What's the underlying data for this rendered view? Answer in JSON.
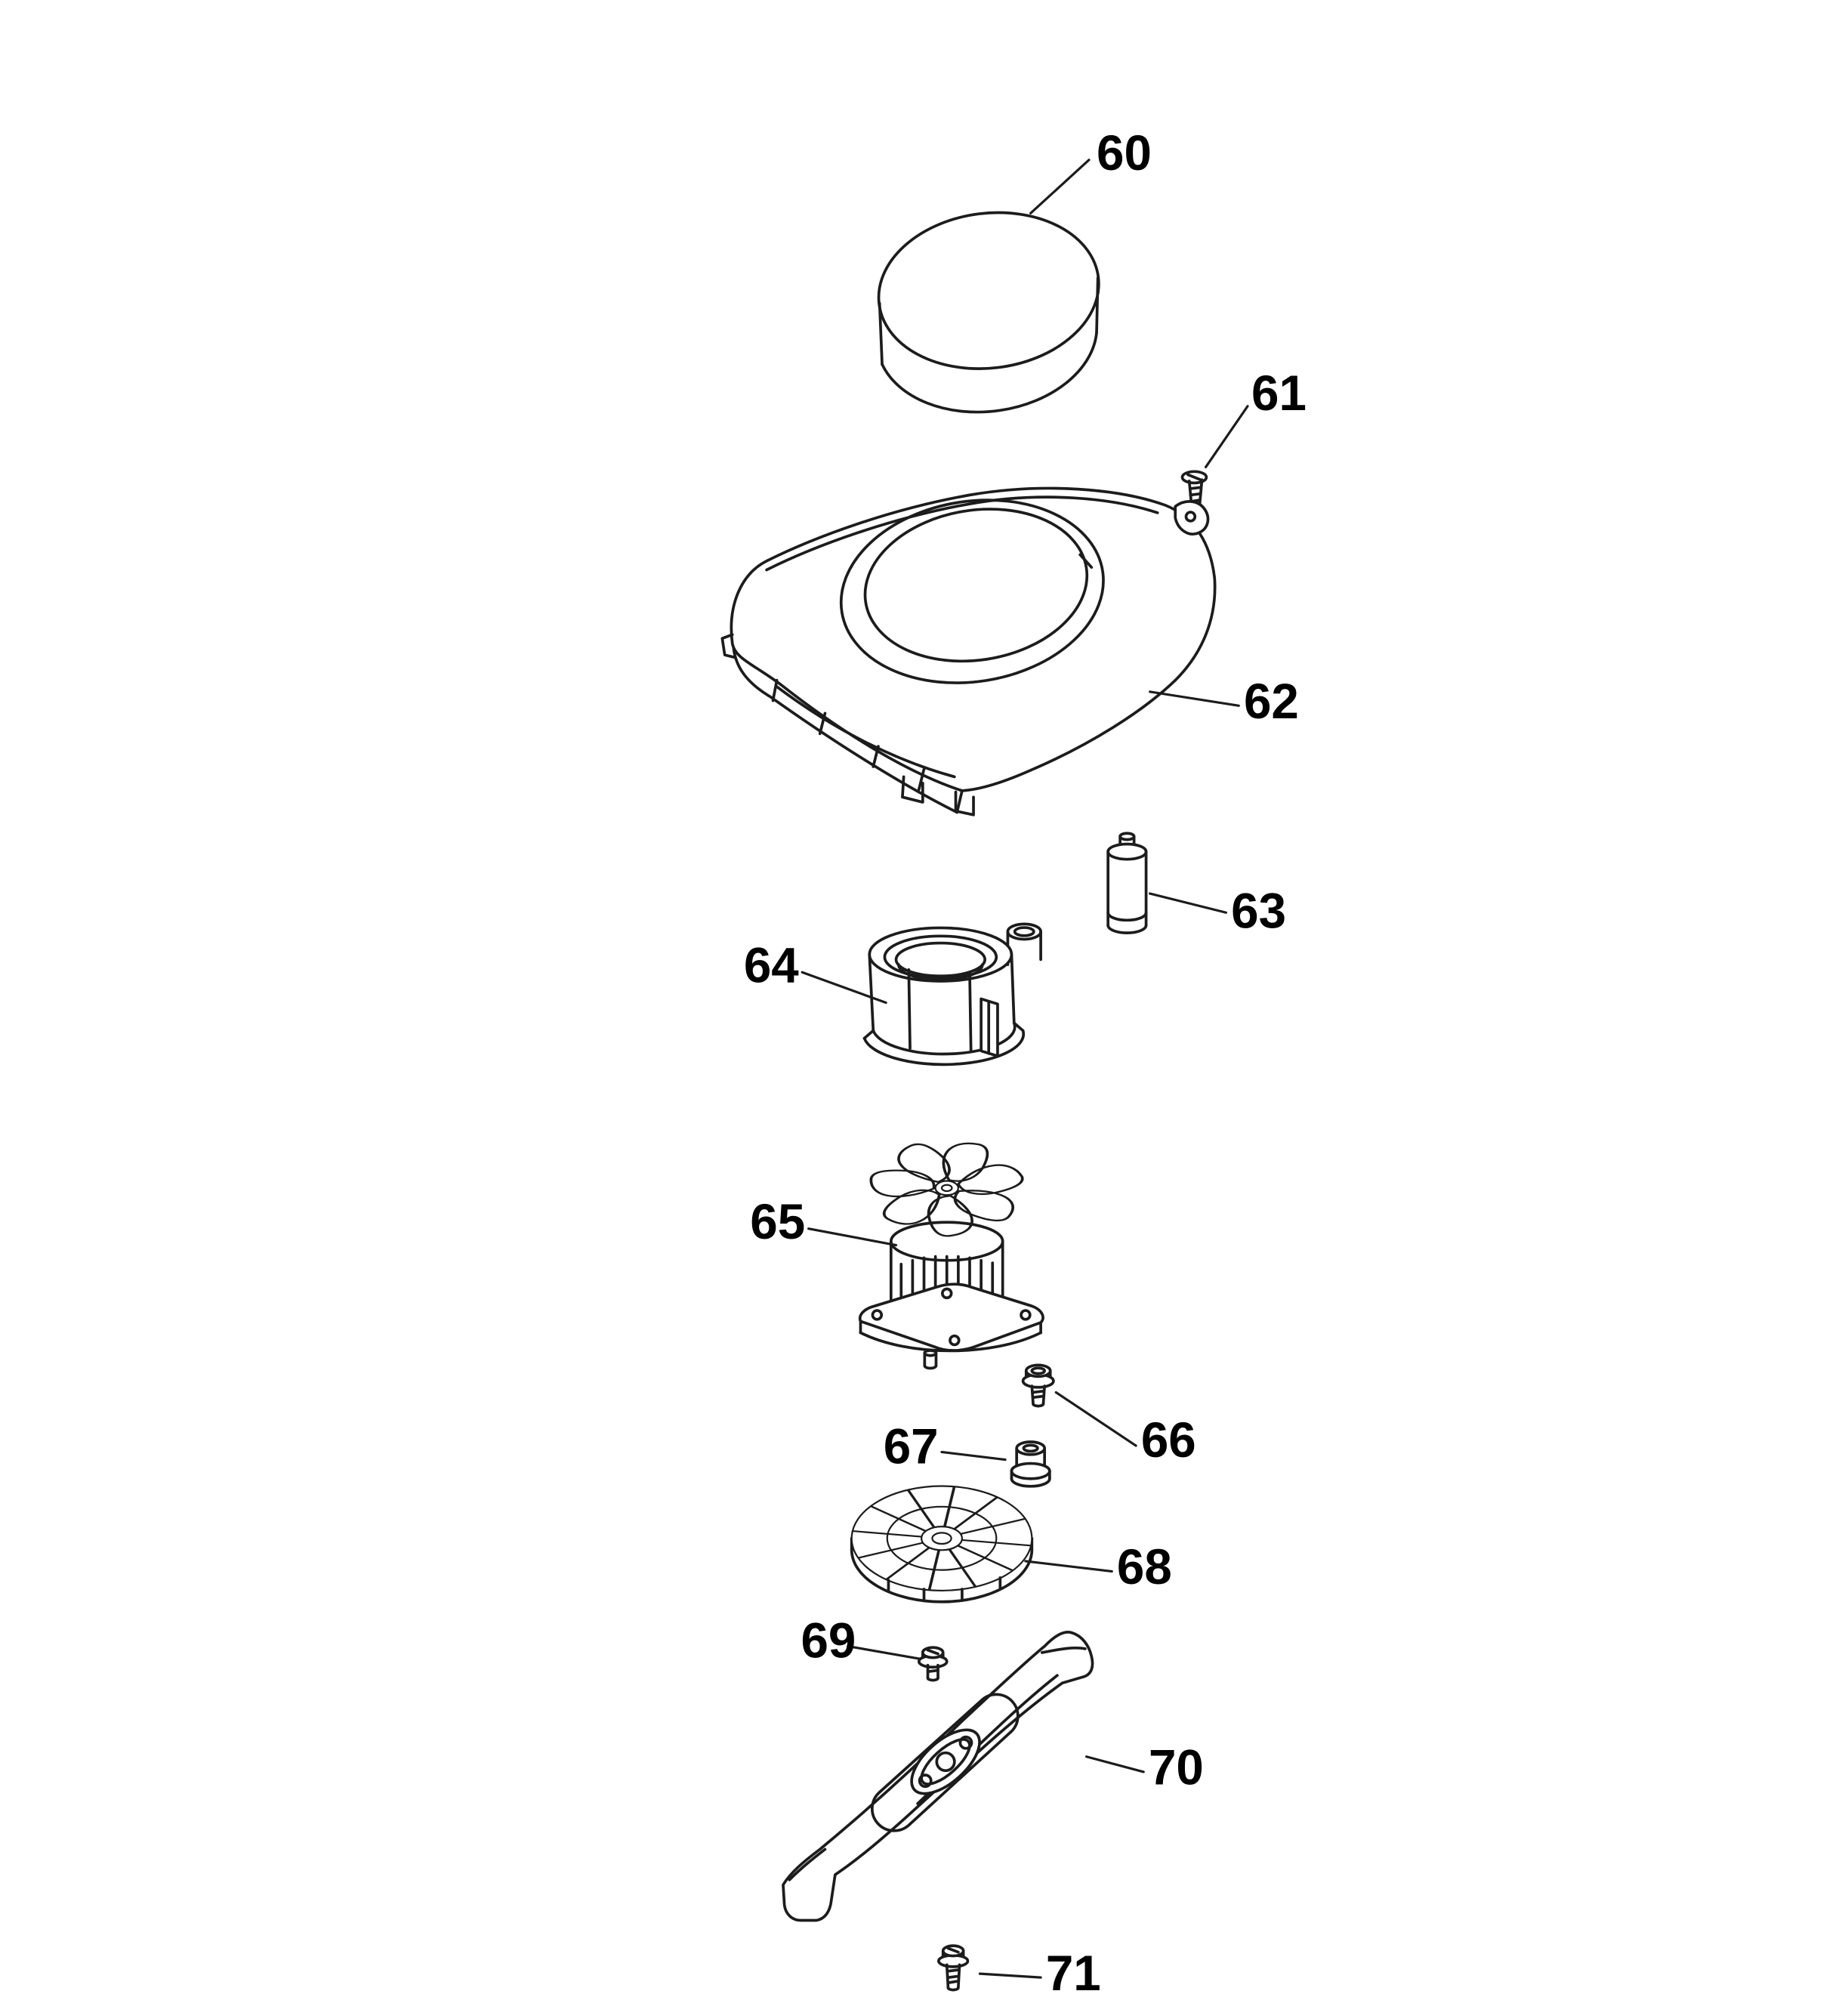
{
  "colors": {
    "background": "#ffffff",
    "line": "#1c1c1c",
    "label_text": "#000000"
  },
  "labels": [
    "60",
    "61",
    "62",
    "63",
    "64",
    "65",
    "66",
    "67",
    "68",
    "69",
    "70",
    "71"
  ]
}
